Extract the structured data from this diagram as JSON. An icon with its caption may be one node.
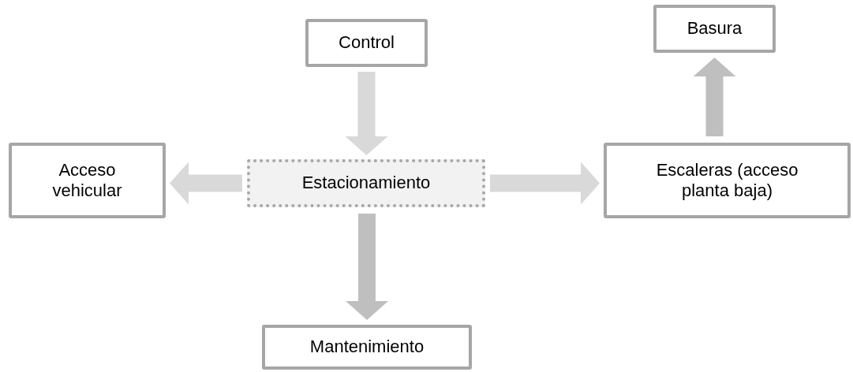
{
  "diagram": {
    "nodes": [
      {
        "text": [
          "Control"
        ]
      },
      {
        "text": [
          "Estacionamiento"
        ]
      },
      {
        "text": [
          "Basura"
        ]
      },
      {
        "text": [
          "Acceso vehicular"
        ]
      },
      {
        "text": [
          "Escaleras (acceso planta baja)"
        ]
      },
      {
        "text": [
          "Mantenimiento"
        ]
      }
    ],
    "edges": [
      {
        "from": 0,
        "to": 1,
        "arrow": "to"
      },
      {
        "from": 1,
        "to": 3,
        "arrow": "to"
      },
      {
        "from": 1,
        "to": 4,
        "arrow": "to"
      },
      {
        "from": 1,
        "to": 5,
        "arrow": "to",
        "color": "#bfbfbf"
      },
      {
        "from": 4,
        "to": 2,
        "arrow": "to",
        "color": "#bfbfbf"
      }
    ]
  }
}
